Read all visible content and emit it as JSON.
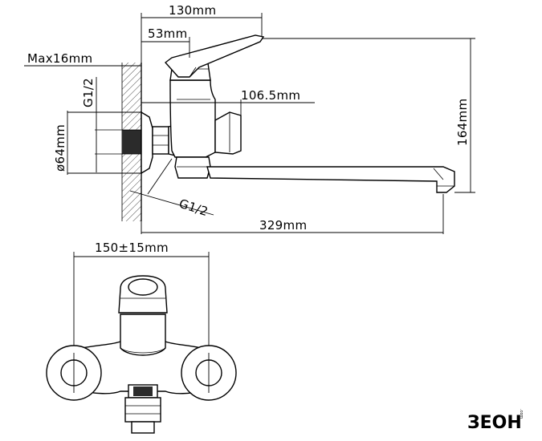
{
  "side_view": {
    "dim_130": "130mm",
    "dim_53": "53mm",
    "dim_max16": "Max16mm",
    "dim_g12_vertical": "G1/2",
    "dim_64": "ø64mm",
    "dim_106": "106.5mm",
    "dim_164": "164mm",
    "dim_g12_angled": "G1/2",
    "dim_329": "329mm"
  },
  "front_view": {
    "dim_150": "150±15mm"
  },
  "brand": {
    "logo": "ЗЕОН",
    "logo_small": ".com"
  }
}
